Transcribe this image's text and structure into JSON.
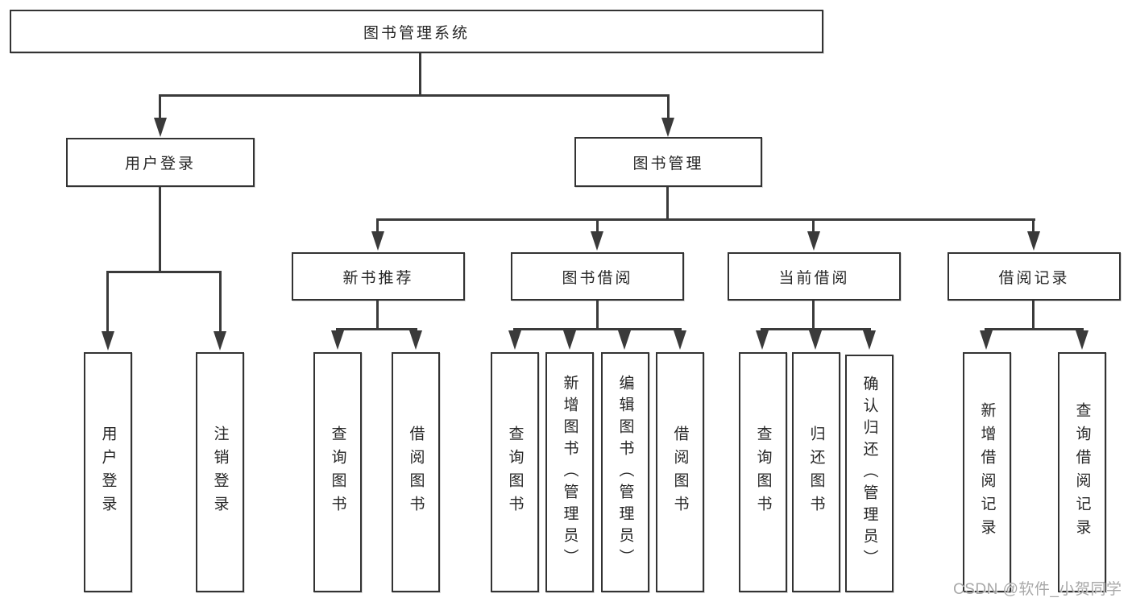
{
  "colors": {
    "line": "#3a3a3a",
    "box_border": "#333333",
    "box_fill": "#ffffff",
    "text": "#262626",
    "watermark": "#a8a8a8",
    "background": "#ffffff"
  },
  "tree": {
    "root": {
      "label": "图书管理系统"
    },
    "branches": [
      {
        "label": "用户登录",
        "children": [
          {
            "label": "用户登录"
          },
          {
            "label": "注销登录"
          }
        ]
      },
      {
        "label": "图书管理",
        "sections": [
          {
            "label": "新书推荐",
            "children": [
              {
                "label": "查询图书"
              },
              {
                "label": "借阅图书"
              }
            ]
          },
          {
            "label": "图书借阅",
            "children": [
              {
                "label": "查询图书"
              },
              {
                "label": "新增图书（管理员）"
              },
              {
                "label": "编辑图书（管理员）"
              },
              {
                "label": "借阅图书"
              }
            ]
          },
          {
            "label": "当前借阅",
            "children": [
              {
                "label": "查询图书"
              },
              {
                "label": "归还图书"
              },
              {
                "label": "确认归还（管理员）"
              }
            ]
          },
          {
            "label": "借阅记录",
            "children": [
              {
                "label": "新增借阅记录"
              },
              {
                "label": "查询借阅记录"
              }
            ]
          }
        ]
      }
    ]
  },
  "watermark": {
    "text": "CSDN @软件_小贺同学"
  }
}
